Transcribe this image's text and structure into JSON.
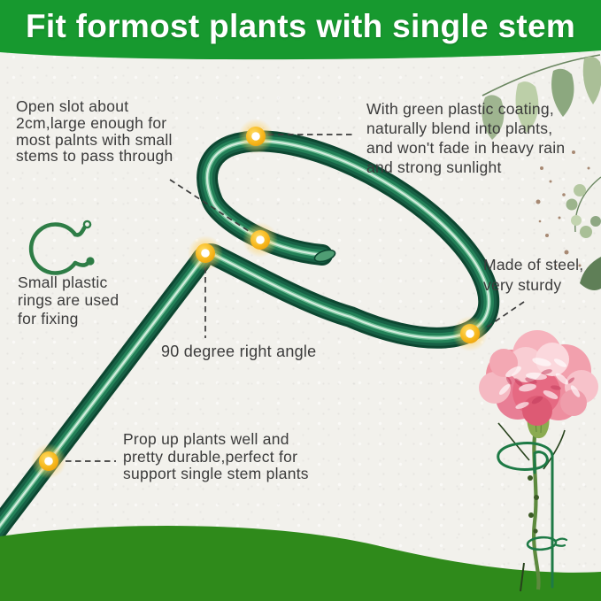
{
  "banner": {
    "title": "Fit formost plants with single stem",
    "bg_color": "#17992f",
    "text_color": "#ffffff"
  },
  "callouts": {
    "open_slot": {
      "text": "Open slot about\n2cm,large enough for\nmost palnts with small\nstems to pass through"
    },
    "coating": {
      "text": "With green plastic coating,\nnaturally blend into plants,\nand won't fade in heavy rain\nand strong sunlight"
    },
    "rings": {
      "text": "Small plastic\nrings are used\nfor fixing"
    },
    "angle": {
      "text": "90 degree right angle"
    },
    "steel": {
      "text": "Made of steel,\nvery sturdy"
    },
    "prop": {
      "text": "Prop up plants well and\npretty durable,perfect for\nsupport single stem plants"
    }
  },
  "colors": {
    "paper_bg": "#f2f1ec",
    "banner_green": "#17992f",
    "ground_wave_green": "#2f8a1b",
    "tube_dark": "#0d4731",
    "tube_mid": "#238158",
    "tube_highlight": "#7ec9a2",
    "marker_gold": "#f5b31c",
    "marker_glow": "#ffd569",
    "leader_line": "#3b3b3b",
    "text": "#3b3b3b",
    "ring_icon_green": "#2e7d46",
    "support_photo_green": "#1e7a46",
    "flower_pink": "#ee8e9f",
    "leaf_decor_sage": "#9fb590"
  },
  "icons": {
    "plastic-ring-icon": "curled open ring clip with ball ends",
    "highlight-marker": "gold dot with white core and yellow glow",
    "eucalyptus-decor": "watercolor leaves with brown speckles",
    "carnation-flower-photo": "pink carnation on stem in support stake",
    "ground-wave": "green hill arc at page bottom"
  }
}
